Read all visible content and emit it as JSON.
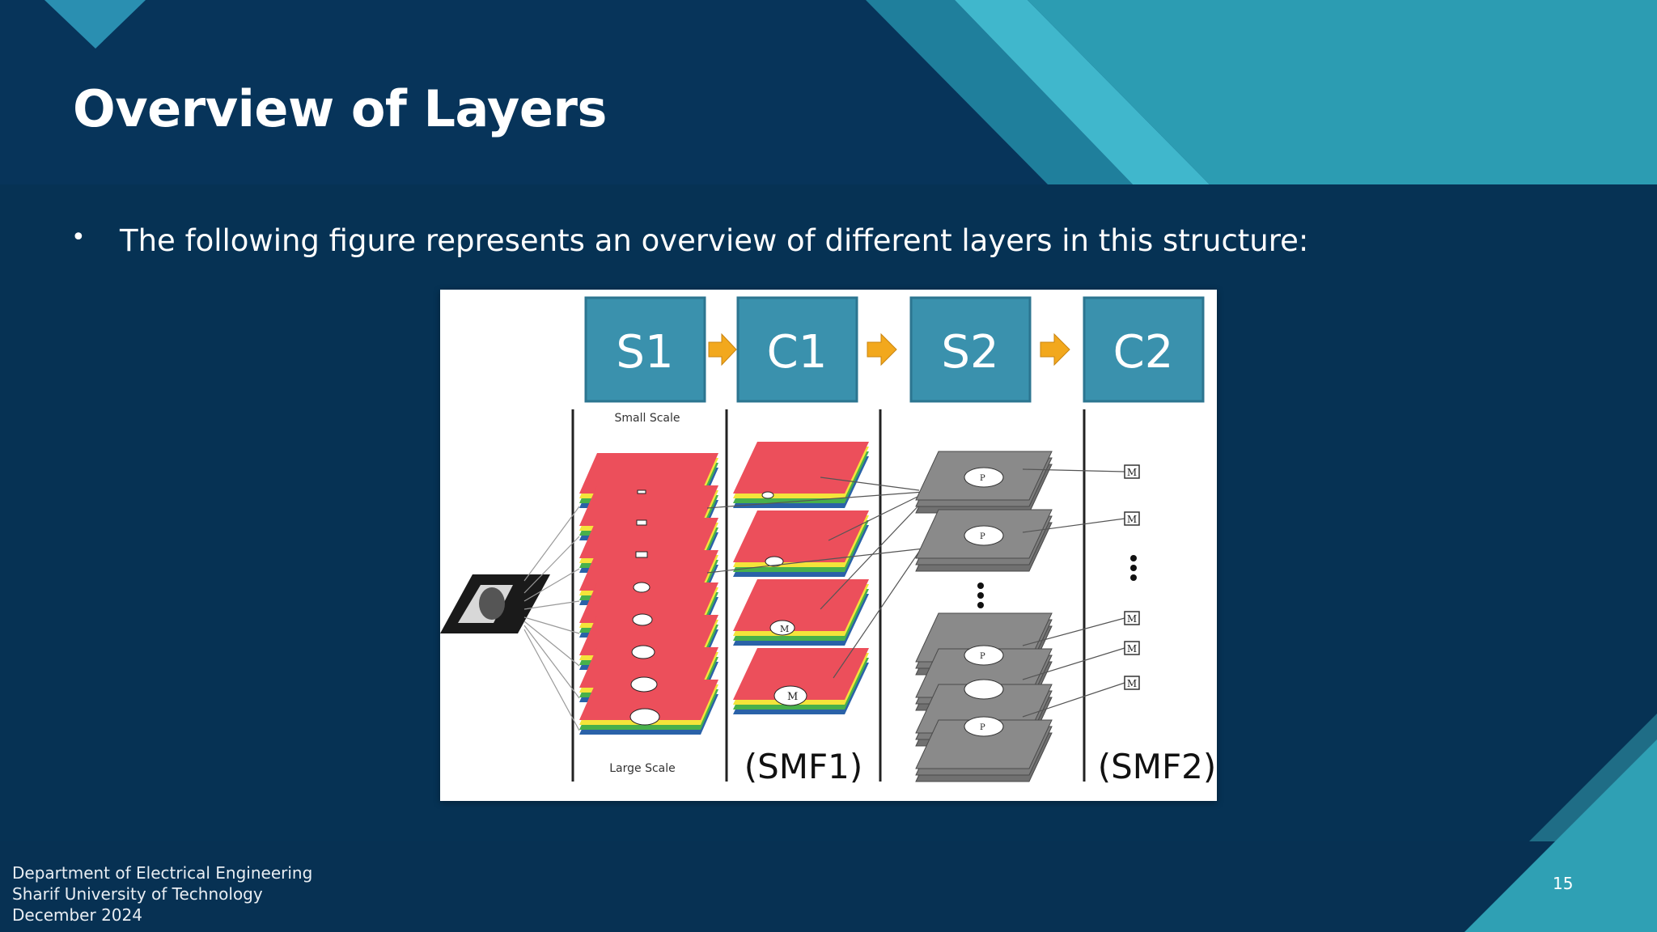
{
  "slide": {
    "title": "Overview of Layers",
    "bullet": "The following figure represents an overview of different layers in this structure:",
    "page_number": "15"
  },
  "figure": {
    "stage_boxes": [
      "S1",
      "C1",
      "S2",
      "C2"
    ],
    "small_scale_label": "Small Scale",
    "large_scale_label": "Large Scale",
    "smf1_label": "(SMF1)",
    "smf2_label": "(SMF2)",
    "map_marker": "M",
    "patch_marker": "P",
    "colors": {
      "box_fill": "#3a91ad",
      "arrow": "#f2a81d",
      "s1_top": "#ec4f5b",
      "gray_map": "#8a8a8a"
    }
  },
  "footer": {
    "line1": "Department of Electrical Engineering",
    "line2": "Sharif University of Technology",
    "line3": "December 2024"
  }
}
